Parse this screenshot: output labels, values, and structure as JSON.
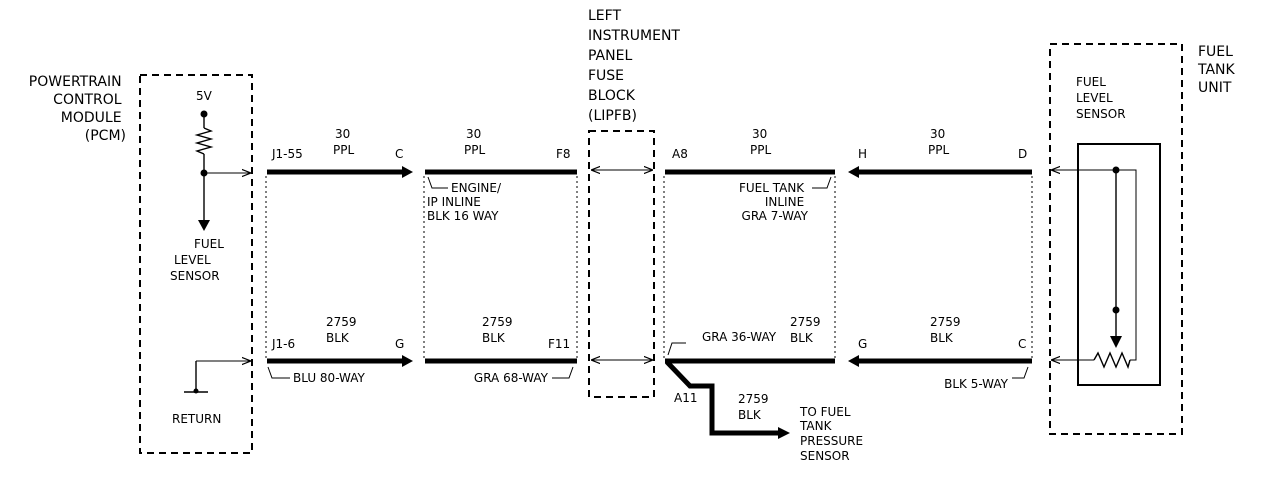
{
  "pcm": {
    "title": [
      "POWERTRAIN",
      "CONTROL",
      "MODULE",
      "(PCM)"
    ],
    "voltage": "5V",
    "sensor": [
      "FUEL",
      "LEVEL",
      "SENSOR"
    ],
    "return": "RETURN"
  },
  "fuse_block": {
    "title": [
      "LEFT",
      "INSTRUMENT",
      "PANEL",
      "FUSE",
      "BLOCK",
      "(LIPFB)"
    ]
  },
  "tank_unit": {
    "title": [
      "FUEL",
      "TANK",
      "UNIT"
    ],
    "sensor": [
      "FUEL",
      "LEVEL",
      "SENSOR"
    ]
  },
  "wires": {
    "top_circuit": [
      "30",
      "PPL"
    ],
    "bottom_circuit": [
      "2759",
      "BLK"
    ]
  },
  "pins": {
    "j1_55": "J1-55",
    "c_top": "C",
    "f8": "F8",
    "a8": "A8",
    "h_top": "H",
    "d_top": "D",
    "j1_6": "J1-6",
    "g_bot": "G",
    "f11": "F11",
    "g_bot2": "G",
    "c_bot": "C",
    "a11": "A11"
  },
  "connectors": {
    "engine_ip": [
      "ENGINE/",
      "IP INLINE",
      "BLK 16 WAY"
    ],
    "fuel_tank_inline": [
      "FUEL TANK",
      "INLINE",
      "GRA 7-WAY"
    ],
    "blu_80": "BLU 80-WAY",
    "gra_68": "GRA 68-WAY",
    "gra_36": "GRA 36-WAY",
    "blk_5": "BLK 5-WAY"
  },
  "branch": {
    "circuit": [
      "2759",
      "BLK"
    ],
    "destination": [
      "TO FUEL",
      "TANK",
      "PRESSURE",
      "SENSOR"
    ]
  }
}
